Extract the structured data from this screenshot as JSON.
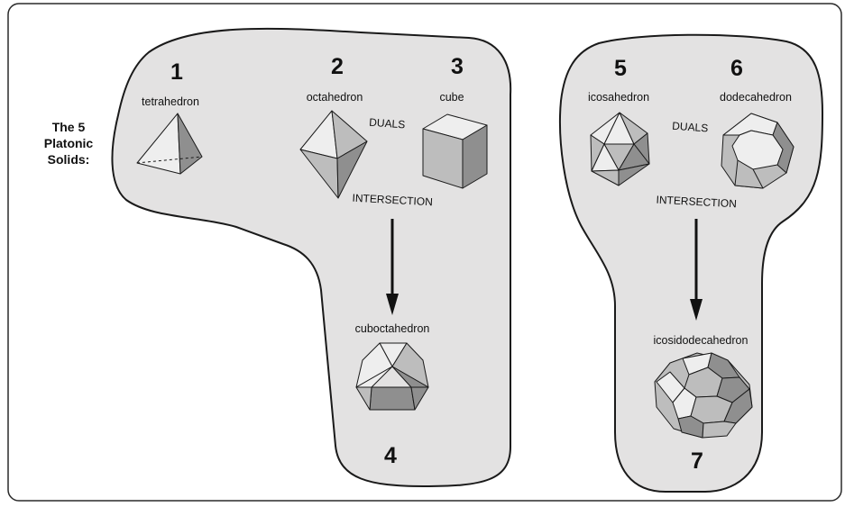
{
  "title_lines": [
    "The 5",
    "Platonic",
    "Solids:"
  ],
  "relations": {
    "duals": "DUALS",
    "intersection": "INTERSECTION"
  },
  "solids": [
    {
      "number": "1",
      "name": "tetrahedron",
      "icon": "tetrahedron-icon"
    },
    {
      "number": "2",
      "name": "octahedron",
      "icon": "octahedron-icon"
    },
    {
      "number": "3",
      "name": "cube",
      "icon": "cube-icon"
    },
    {
      "number": "4",
      "name": "cuboctahedron",
      "icon": "cuboctahedron-icon"
    },
    {
      "number": "5",
      "name": "icosahedron",
      "icon": "icosahedron-icon"
    },
    {
      "number": "6",
      "name": "dodecahedron",
      "icon": "dodecahedron-icon"
    },
    {
      "number": "7",
      "name": "icosidodecahedron",
      "icon": "icosidodecahedron-icon"
    }
  ],
  "colors": {
    "region_fill": "#e3e2e2",
    "face_light": "#eeeeee",
    "face_mid": "#bdbdbd",
    "face_dark": "#8f8f8f",
    "outline": "#1a1a1a"
  }
}
